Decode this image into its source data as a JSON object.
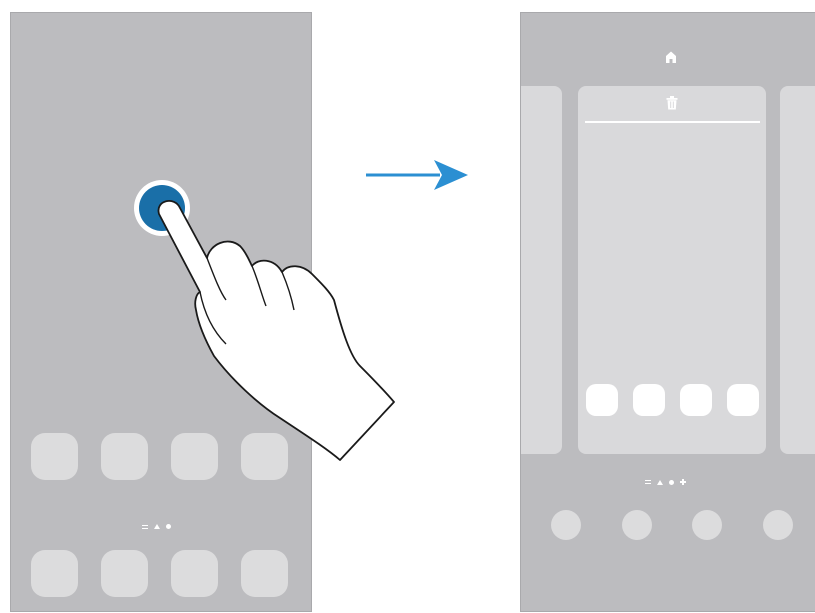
{
  "colors": {
    "screen_bg": "#bcbcbf",
    "app_icon": "#dcdcdd",
    "page_card": "#d9d9db",
    "accent_blue": "#1a6fa8",
    "arrow_blue": "#2b8fd2"
  },
  "left_screen": {
    "app_rows": 2,
    "apps_per_row": 4,
    "page_indicator": [
      "home-lines-icon",
      "home-indicator-icon",
      "page-dot"
    ]
  },
  "gesture": {
    "type": "tap-and-hold",
    "icons": [
      "hand-pointer-icon",
      "touch-point-icon"
    ]
  },
  "transition": {
    "icon": "arrow-right-icon"
  },
  "right_screen": {
    "header_icon": "home-icon",
    "card_icon": "trash-icon",
    "pages_visible": 3,
    "card_apps": 4,
    "dock_items": 4,
    "page_indicator": [
      "home-lines-icon",
      "home-indicator-icon",
      "page-dot",
      "add-page-icon"
    ]
  }
}
